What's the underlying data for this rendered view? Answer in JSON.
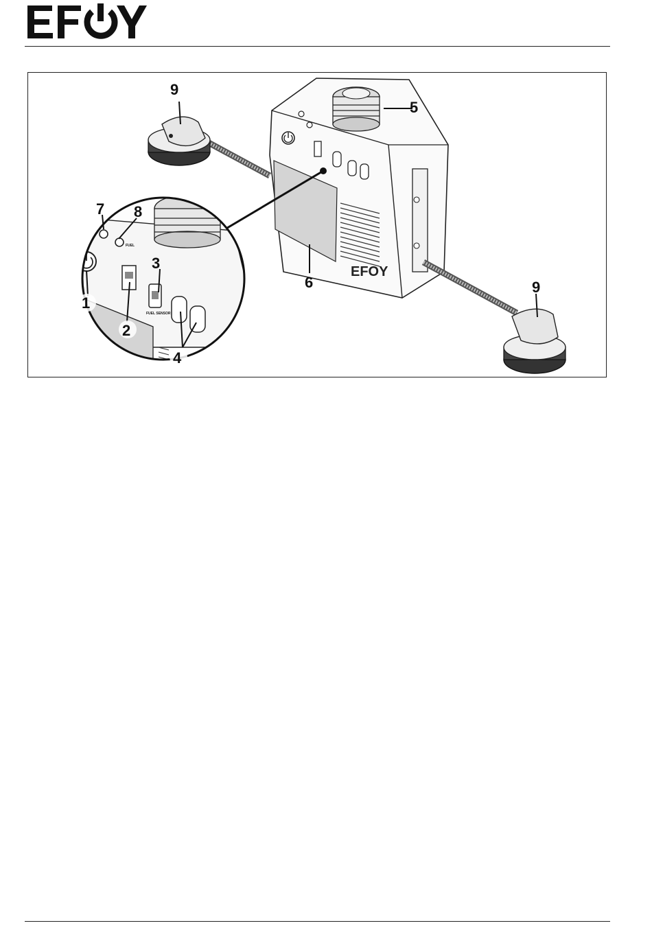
{
  "header": {
    "brand_logo_text": "EFOY"
  },
  "figure": {
    "callouts": {
      "c1": "1",
      "c2": "2",
      "c3": "3",
      "c4": "4",
      "c5": "5",
      "c6": "6",
      "c7": "7",
      "c8": "8",
      "c9a": "9",
      "c9b": "9"
    },
    "panel_labels": {
      "fuel_led": "FUEL",
      "fuel_sensor": "FUEL SENSOR"
    },
    "device_logo_text": "EFOY"
  },
  "colors": {
    "ink": "#111111",
    "grey_plate": "#d4d4d4",
    "line": "#222222"
  }
}
